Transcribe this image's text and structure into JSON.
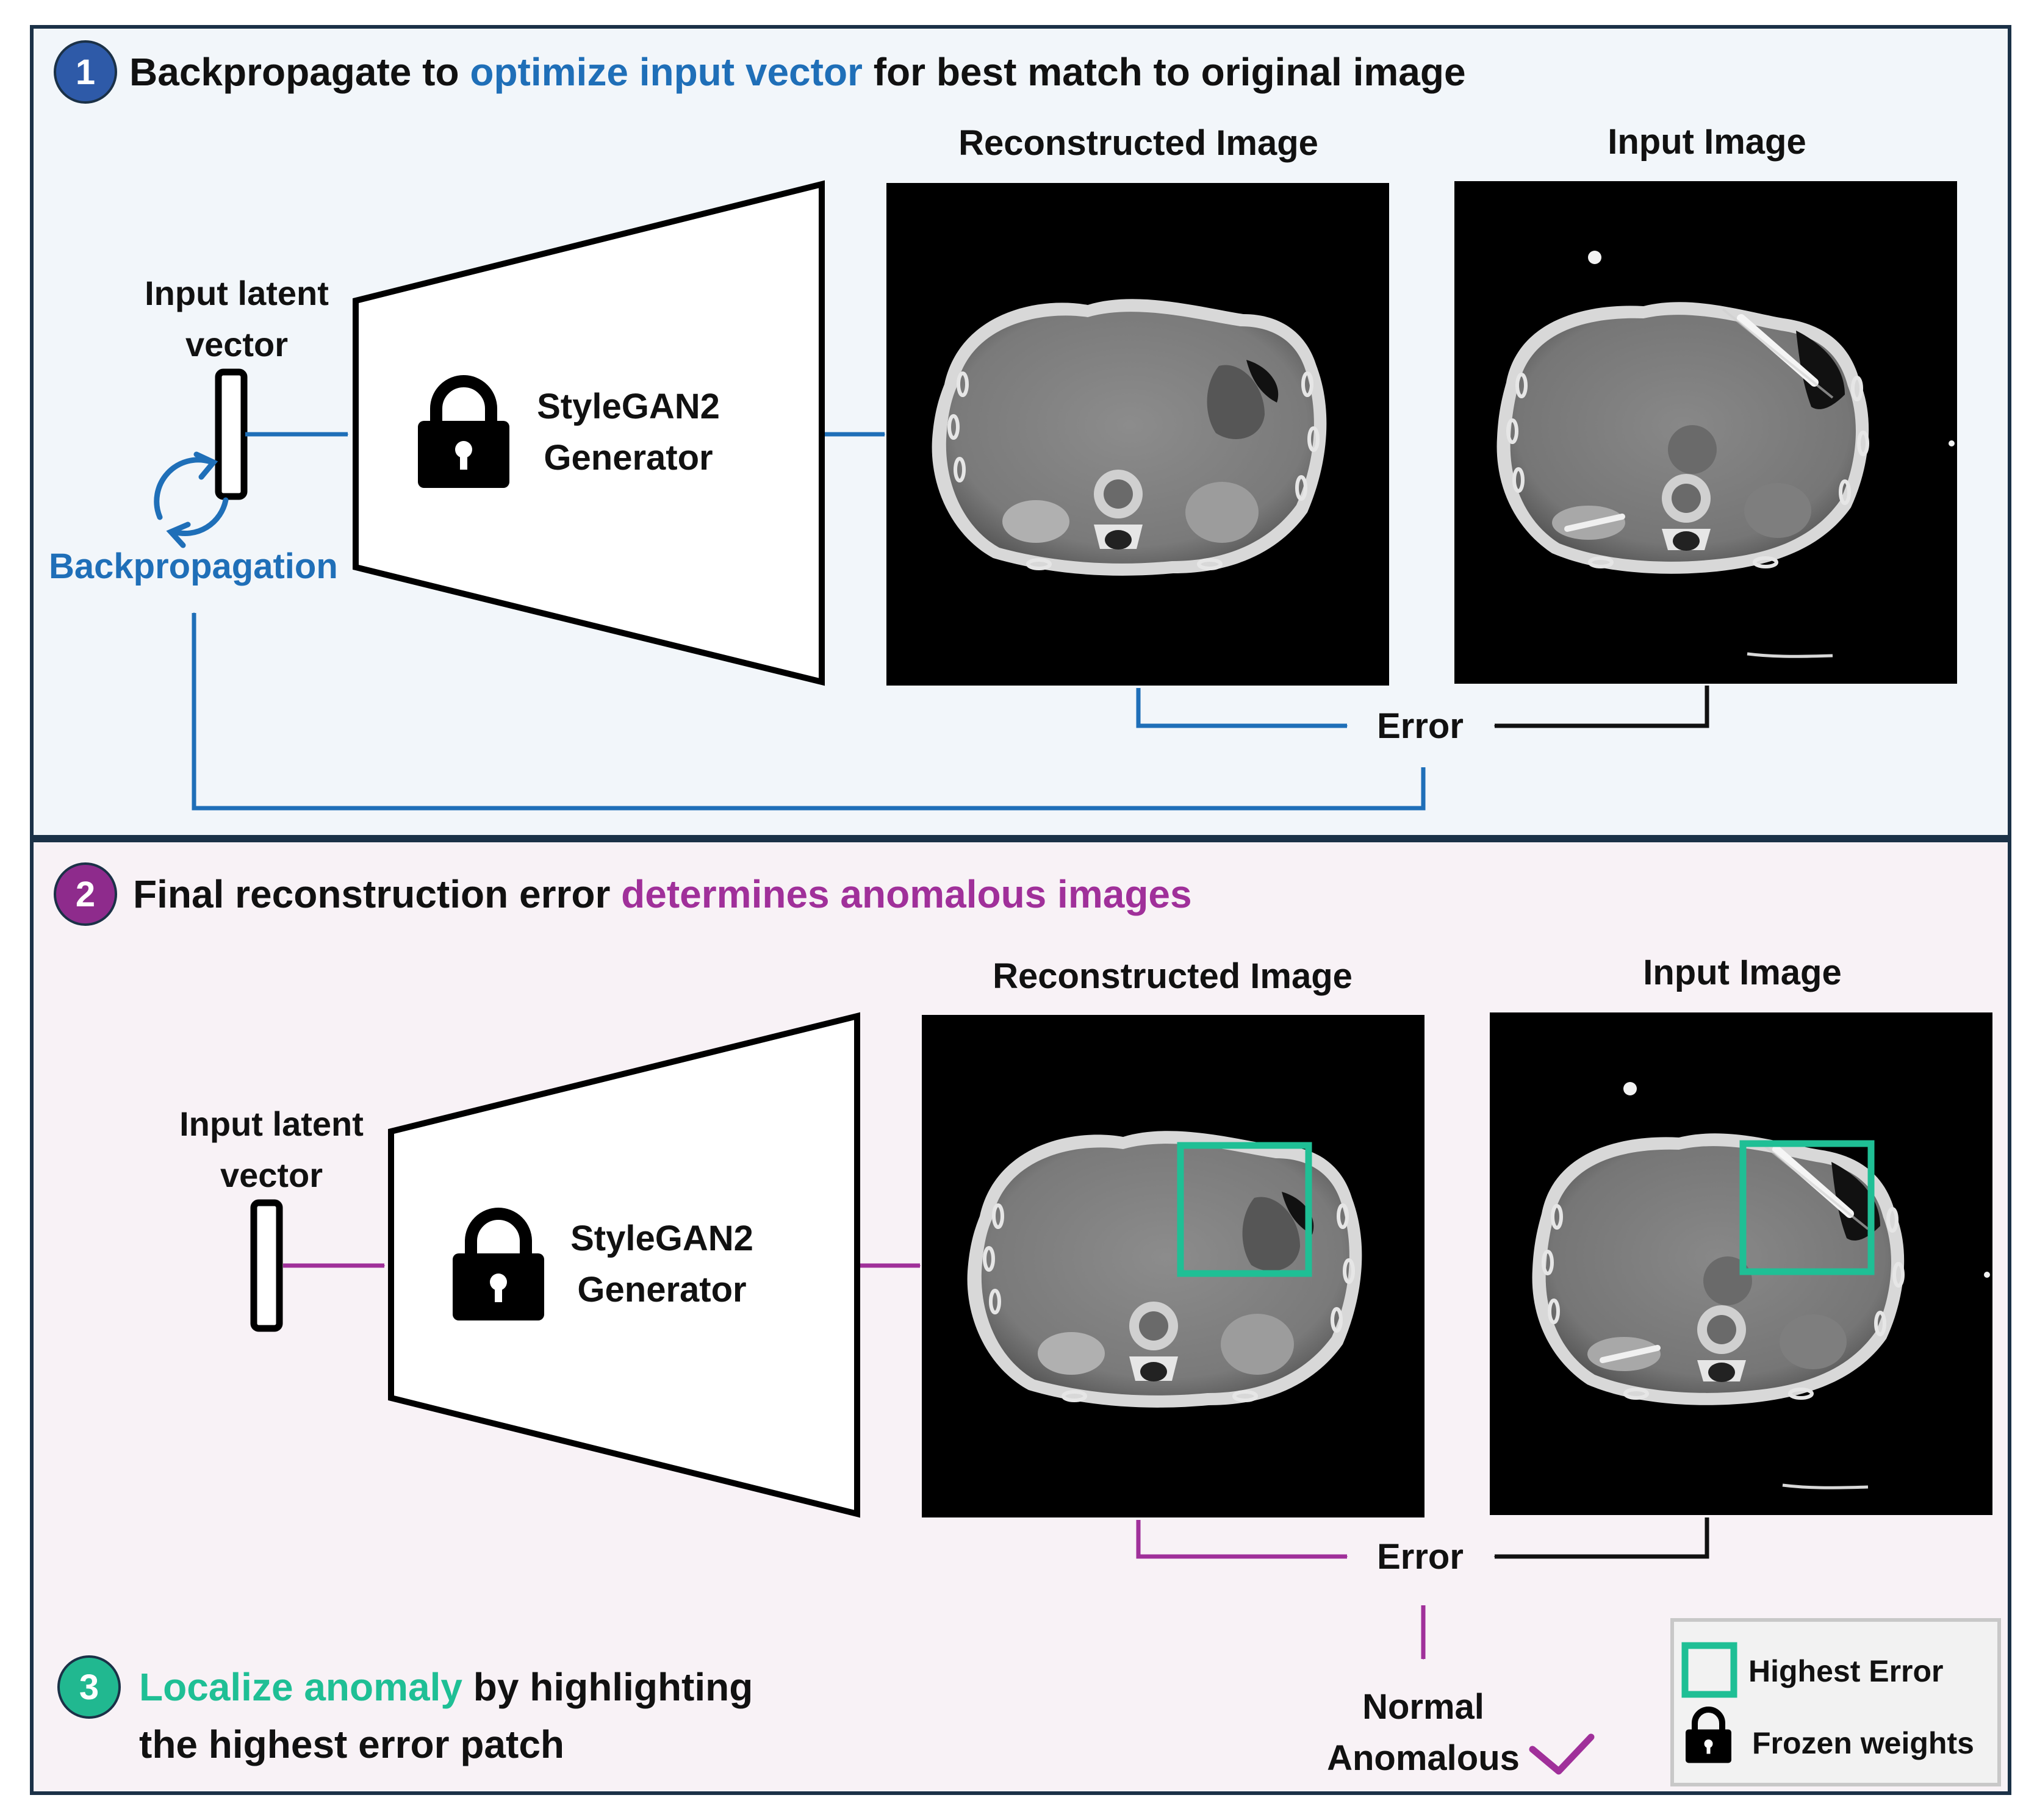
{
  "colors": {
    "blue": "#1f6fb8",
    "blue_badge": "#2e5aa8",
    "purple": "#a0309a",
    "purple_badge": "#8e2b8c",
    "teal": "#1fbf95",
    "teal_badge": "#21b890",
    "panel1_bg": "#f2f6fa",
    "panel2_bg": "#f8f2f6",
    "border": "#1b3147",
    "legend_bg": "#f2f2f2",
    "legend_border": "#c8c8c8"
  },
  "panel1": {
    "badge": "1",
    "title_part1": "Backpropagate to ",
    "title_highlight": "optimize input vector",
    "title_part2": " for best match to original image",
    "latent_label_line1": "Input latent",
    "latent_label_line2": "vector",
    "generator_line1": "StyleGAN2",
    "generator_line2": "Generator",
    "generator_icon": "lock-icon",
    "backprop_label": "Backpropagation",
    "backprop_icon": "cycle-arrows-icon",
    "reconstructed_label": "Reconstructed Image",
    "input_label": "Input Image",
    "error_label": "Error"
  },
  "panel2": {
    "badge": "2",
    "title_part1": "Final reconstruction error ",
    "title_highlight": "determines anomalous images",
    "latent_label_line1": "Input latent",
    "latent_label_line2": "vector",
    "generator_line1": "StyleGAN2",
    "generator_line2": "Generator",
    "generator_icon": "lock-icon",
    "reconstructed_label": "Reconstructed Image",
    "input_label": "Input Image",
    "error_label": "Error",
    "outcome_normal": "Normal",
    "outcome_anomalous": "Anomalous",
    "outcome_icon": "checkmark-icon"
  },
  "step3": {
    "badge": "3",
    "highlight": "Localize anomaly",
    "text_part1": " by highlighting",
    "text_line2": "the highest error patch"
  },
  "legend": {
    "highest_error_label": "Highest Error",
    "highest_error_icon": "teal-square-icon",
    "frozen_label": "Frozen weights",
    "frozen_icon": "lock-icon"
  }
}
